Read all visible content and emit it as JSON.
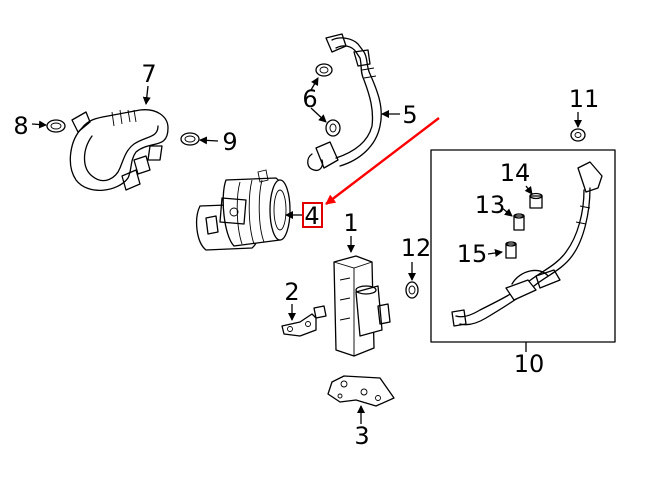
{
  "diagram": {
    "callouts": [
      {
        "id": "1",
        "label": "1"
      },
      {
        "id": "2",
        "label": "2"
      },
      {
        "id": "3",
        "label": "3"
      },
      {
        "id": "4",
        "label": "4"
      },
      {
        "id": "5",
        "label": "5"
      },
      {
        "id": "6",
        "label": "6"
      },
      {
        "id": "7",
        "label": "7"
      },
      {
        "id": "8",
        "label": "8"
      },
      {
        "id": "9",
        "label": "9"
      },
      {
        "id": "10",
        "label": "10"
      },
      {
        "id": "11",
        "label": "11"
      },
      {
        "id": "12",
        "label": "12"
      },
      {
        "id": "13",
        "label": "13"
      },
      {
        "id": "14",
        "label": "14"
      },
      {
        "id": "15",
        "label": "15"
      }
    ],
    "highlight": {
      "target": "4",
      "box_color": "#e00000",
      "arrow_color": "#ff0000"
    }
  }
}
